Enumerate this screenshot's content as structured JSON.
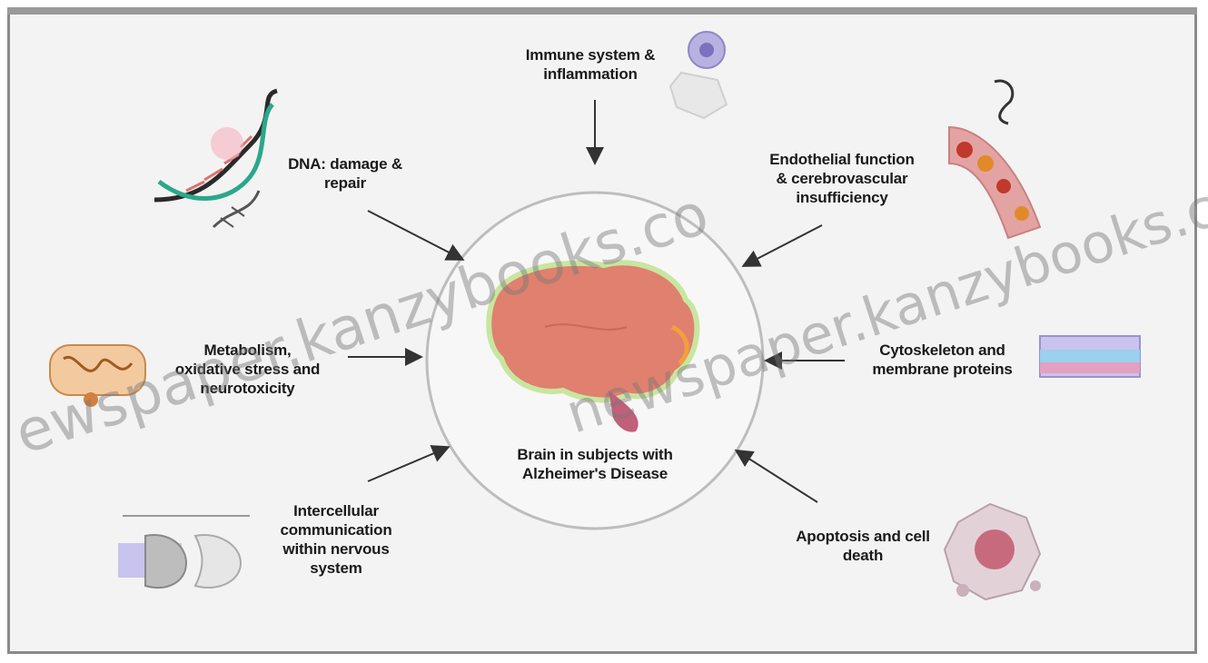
{
  "diagram": {
    "center": {
      "line1": "Brain in subjects with",
      "line2": "Alzheimer's Disease"
    },
    "factors": {
      "immune": [
        "Immune system &",
        "inflammation"
      ],
      "dna": [
        "DNA: damage &",
        "repair"
      ],
      "endothelial": [
        "Endothelial function",
        "& cerebrovascular",
        "insufficiency"
      ],
      "metabolism": [
        "Metabolism,",
        "oxidative stress and",
        "neurotoxicity"
      ],
      "cytoskeleton": [
        "Cytoskeleton and",
        "membrane proteins"
      ],
      "intercellular": [
        "Intercellular",
        "communication",
        "within nervous",
        "system"
      ],
      "apoptosis": [
        "Apoptosis and cell",
        "death"
      ]
    },
    "icons": {
      "immune": "immune-cell-icon",
      "dna": "dna-helix-icon",
      "endothelial": "blood-vessel-icon",
      "metabolism": "mitochondria-icon",
      "cytoskeleton": "membrane-icon",
      "intercellular": "synapse-icon",
      "apoptosis": "dying-cell-icon",
      "center": "brain-icon"
    },
    "colors": {
      "brain": "#e0806e",
      "arrow": "#333333"
    }
  },
  "watermark": {
    "left": "ewspaper.kanzybooks.co",
    "right": "newspaper.kanzybooks.co"
  }
}
